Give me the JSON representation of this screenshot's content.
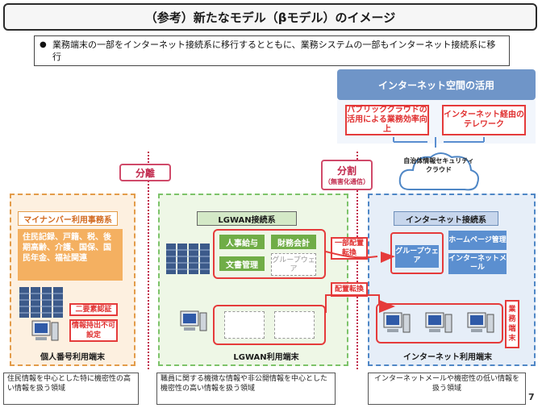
{
  "title": "（参考）新たなモデル（βモデル）のイメージ",
  "summary": "業務端末の一部をインターネット接続系に移行するとともに、業務システムの一部もインターネット接続系に移行",
  "internet_space": {
    "title": "インターネット空間の活用",
    "items": [
      "パブリッククラウドの活用による業務効率向上",
      "インターネット経由のテレワーク"
    ]
  },
  "cloud": "自治体情報セキュリティクラウド",
  "separation_label": "分離",
  "split_label": "分割",
  "split_sub": "（無害化通信）",
  "mynumber_zone": {
    "tag": "マイナンバー利用事務系",
    "info": "住民記録、戸籍、税、後期高齢、介護、国保、国民年金、福祉関連",
    "auth_labels": [
      "二要素認証",
      "情報持出不可設定"
    ],
    "caption": "個人番号利用端末",
    "footer": "住民情報を中心とした特に機密性の高い情報を扱う領域"
  },
  "lgwan_zone": {
    "tag": "LGWAN接続系",
    "systems": [
      "人事給与",
      "財務会計",
      "文書管理"
    ],
    "groupware_ghost": "グループウェア",
    "partial_move": "一部配置転換",
    "move": "配置転換",
    "caption": "LGWAN利用端末",
    "footer": "職員に関する機微な情報や非公開情報を中心とした機密性の高い情報を扱う領域"
  },
  "internet_zone": {
    "tag": "インターネット接続系",
    "groupware": "グループウェア",
    "homepage": "ホームページ管理",
    "mail": "インターネットメール",
    "business_terminal": "業務端末",
    "caption": "インターネット利用端末",
    "footer": "インターネットメールや機密性の低い情報を扱う領域"
  },
  "page_number": "7",
  "colors": {
    "accent_red": "#e53b3b",
    "orange_zone": "#e39c4a",
    "green_zone": "#7dc36a",
    "blue_zone": "#4f87c6"
  }
}
